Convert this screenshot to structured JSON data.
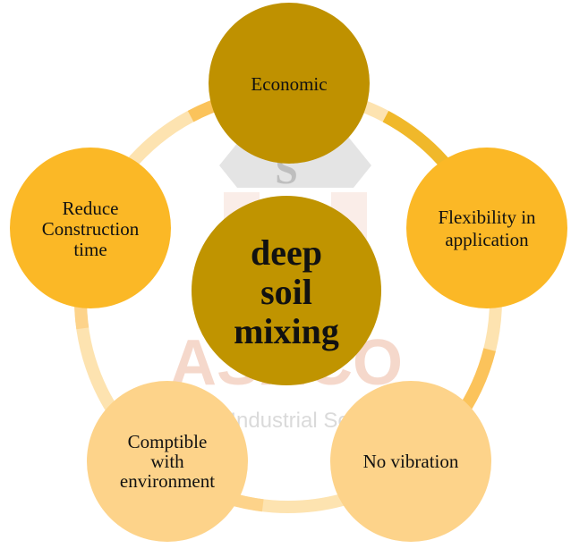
{
  "diagram": {
    "center": {
      "lines": [
        "deep",
        "soil",
        "mixing"
      ],
      "color": "#c09400"
    },
    "nodes": [
      {
        "lines": [
          "Economic"
        ],
        "color": "#bf9100"
      },
      {
        "lines": [
          "Flexibility in",
          "application"
        ],
        "color": "#fbb826"
      },
      {
        "lines": [
          "No vibration"
        ],
        "color": "#fdd38a"
      },
      {
        "lines": [
          "Comptible",
          "with",
          "environment"
        ],
        "color": "#fdd38a"
      },
      {
        "lines": [
          "Reduce",
          "Construction",
          "time"
        ],
        "color": "#fbb826"
      }
    ],
    "ring_color": "#fbc35b"
  },
  "watermark": {
    "brand": "ASACO",
    "tagline": "Civil & Industrial Services",
    "emblem_letter": "S"
  }
}
